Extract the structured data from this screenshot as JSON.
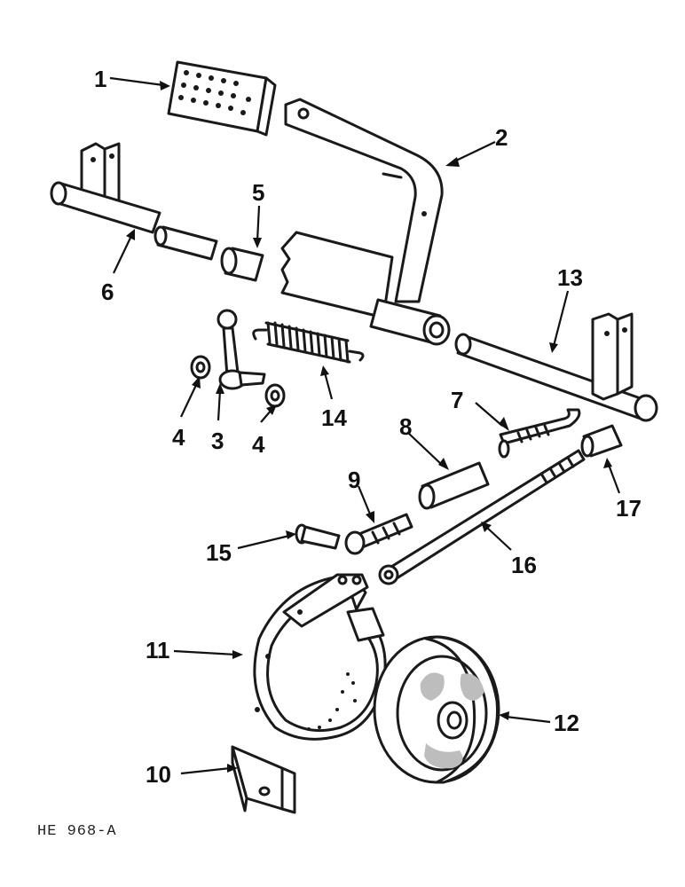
{
  "figure_code": "HE 968-A",
  "callouts": [
    {
      "id": "1",
      "label": "1"
    },
    {
      "id": "2",
      "label": "2"
    },
    {
      "id": "3",
      "label": "3"
    },
    {
      "id": "4a",
      "label": "4"
    },
    {
      "id": "4b",
      "label": "4"
    },
    {
      "id": "5",
      "label": "5"
    },
    {
      "id": "6",
      "label": "6"
    },
    {
      "id": "7",
      "label": "7"
    },
    {
      "id": "8",
      "label": "8"
    },
    {
      "id": "9",
      "label": "9"
    },
    {
      "id": "10",
      "label": "10"
    },
    {
      "id": "11",
      "label": "11"
    },
    {
      "id": "12",
      "label": "12"
    },
    {
      "id": "13",
      "label": "13"
    },
    {
      "id": "14",
      "label": "14"
    },
    {
      "id": "15",
      "label": "15"
    },
    {
      "id": "16",
      "label": "16"
    },
    {
      "id": "17",
      "label": "17"
    }
  ],
  "colors": {
    "ink": "#1a1a1a",
    "paper": "#ffffff"
  }
}
